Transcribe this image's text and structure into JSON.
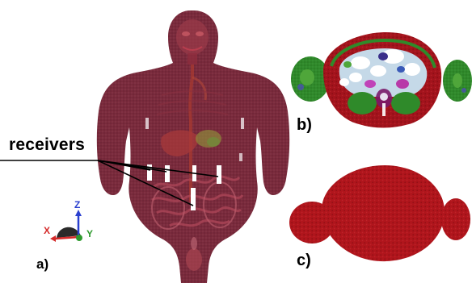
{
  "figure": {
    "receivers_label": "receivers",
    "panel_a_label": "a)",
    "panel_b_label": "b)",
    "panel_c_label": "c)",
    "axes": {
      "z": "Z",
      "x": "X",
      "y": "Y"
    }
  },
  "colors": {
    "body": "#7a2a3c",
    "body_dark": "#4e1624",
    "organs": "#a8323a",
    "tissue_red": "#b0151c",
    "tissue_green": "#2f8a2a",
    "tissue_white": "#ffffff",
    "axis_x": "#d42a2a",
    "axis_y": "#2e9a2e",
    "axis_z": "#2a3fcf"
  }
}
